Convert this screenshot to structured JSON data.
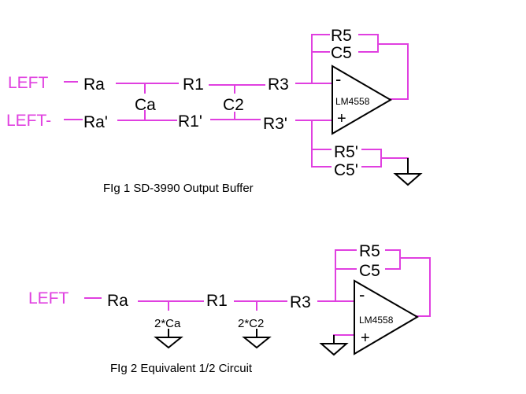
{
  "colors": {
    "wire": "#e040e0",
    "ink": "#000000",
    "background": "#ffffff"
  },
  "fig1": {
    "input_pos": "LEFT",
    "input_neg": "LEFT-",
    "ra": "Ra",
    "ra_prime": "Ra'",
    "ca": "Ca",
    "r1": "R1",
    "r1_prime": "R1'",
    "c2": "C2",
    "r3": "R3",
    "r3_prime": "R3'",
    "r5": "R5",
    "c5": "C5",
    "r5_prime": "R5'",
    "c5_prime": "C5'",
    "opamp": "LM4558",
    "minus": "-",
    "plus": "+",
    "caption": "FIg 1 SD-3990 Output Buffer"
  },
  "fig2": {
    "input": "LEFT",
    "ra": "Ra",
    "ca": "2*Ca",
    "r1": "R1",
    "c2": "2*C2",
    "r3": "R3",
    "r5": "R5",
    "c5": "C5",
    "opamp": "LM4558",
    "minus": "-",
    "plus": "+",
    "caption": "FIg 2 Equivalent 1/2 Circuit"
  }
}
